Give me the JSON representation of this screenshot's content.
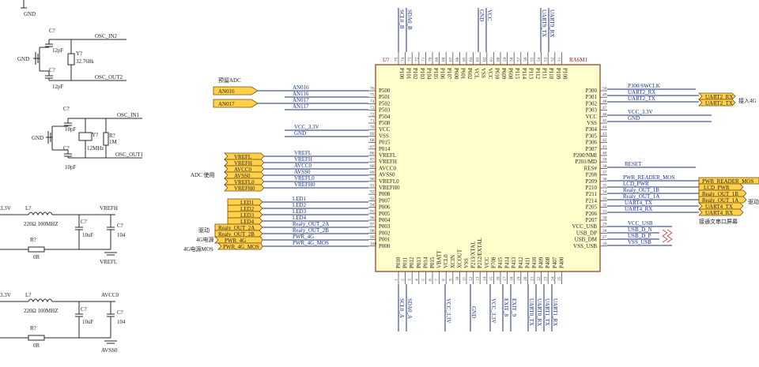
{
  "mcu": {
    "ref": "U?",
    "part": "RA6M1",
    "left_pins": [
      {
        "num": "76",
        "name": "P500"
      },
      {
        "num": "75",
        "name": "P501"
      },
      {
        "num": "74",
        "name": "P502"
      },
      {
        "num": "73",
        "name": "P503"
      },
      {
        "num": "72",
        "name": "P504"
      },
      {
        "num": "71",
        "name": "P508"
      },
      {
        "num": "70",
        "name": "VCC"
      },
      {
        "num": "69",
        "name": "VSS"
      },
      {
        "num": "68",
        "name": "P015"
      },
      {
        "num": "67",
        "name": "P014"
      },
      {
        "num": "86",
        "name": "VREFL"
      },
      {
        "num": "87",
        "name": "VREFH"
      },
      {
        "num": "88",
        "name": "AVCC0"
      },
      {
        "num": "89",
        "name": "AVSS0"
      },
      {
        "num": "90",
        "name": "VREFL0"
      },
      {
        "num": "91",
        "name": "VREFH0"
      },
      {
        "num": "92",
        "name": "P008"
      },
      {
        "num": "93",
        "name": "P007"
      },
      {
        "num": "94",
        "name": "P006"
      },
      {
        "num": "95",
        "name": "P005"
      },
      {
        "num": "96",
        "name": "P004"
      },
      {
        "num": "97",
        "name": "P003"
      },
      {
        "num": "98",
        "name": "P002"
      },
      {
        "num": "99",
        "name": "P001"
      },
      {
        "num": "100",
        "name": "P000"
      }
    ],
    "right_pins": [
      {
        "num": "50",
        "name": "P300"
      },
      {
        "num": "49",
        "name": "P301"
      },
      {
        "num": "48",
        "name": "P302"
      },
      {
        "num": "47",
        "name": "P303"
      },
      {
        "num": "46",
        "name": "VCC"
      },
      {
        "num": "45",
        "name": "VSS"
      },
      {
        "num": "44",
        "name": "P304"
      },
      {
        "num": "43",
        "name": "P305"
      },
      {
        "num": "42",
        "name": "P306"
      },
      {
        "num": "41",
        "name": "P307"
      },
      {
        "num": "40",
        "name": "P200/NMI"
      },
      {
        "num": "39",
        "name": "P201/MD"
      },
      {
        "num": "38",
        "name": "RES#"
      },
      {
        "num": "37",
        "name": "P208"
      },
      {
        "num": "36",
        "name": "P209"
      },
      {
        "num": "35",
        "name": "P210"
      },
      {
        "num": "34",
        "name": "P211"
      },
      {
        "num": "33",
        "name": "P214"
      },
      {
        "num": "32",
        "name": "P205"
      },
      {
        "num": "31",
        "name": "P206"
      },
      {
        "num": "30",
        "name": "P207"
      },
      {
        "num": "29",
        "name": "VCC_USB"
      },
      {
        "num": "28",
        "name": "USB_DP"
      },
      {
        "num": "27",
        "name": "USB_DM"
      },
      {
        "num": "26",
        "name": "VSS_USB"
      }
    ],
    "top_pins": [
      "P100",
      "P101",
      "P102",
      "P103",
      "P104",
      "P105",
      "P106",
      "P107",
      "P600",
      "P601",
      "P602",
      "VCL",
      "VSS",
      "VCC",
      "P610",
      "P609",
      "P608",
      "P115",
      "P114",
      "P113",
      "P112",
      "P111",
      "P110",
      "P109",
      "P108"
    ],
    "top_nums": [
      "75",
      "74",
      "73",
      "72",
      "71",
      "70",
      "69",
      "68",
      "67",
      "66",
      "65",
      "64",
      "63",
      "62",
      "61",
      "60",
      "59",
      "58",
      "57",
      "56",
      "55",
      "54",
      "53",
      "52",
      "51"
    ],
    "bottom_pins": [
      "P010",
      "P011",
      "P012",
      "P013",
      "P014",
      "P015",
      "VBATT",
      "VCL0",
      "XCIN",
      "XCOUT",
      "VSS",
      "P213/XTAL",
      "P212/EXTAL",
      "VCC",
      "P708",
      "P415",
      "P414",
      "P413",
      "P412",
      "P411",
      "P410",
      "P409",
      "P408",
      "P407",
      "P400"
    ],
    "bottom_nums": [
      "1",
      "2",
      "3",
      "4",
      "5",
      "6",
      "7",
      "8",
      "9",
      "10",
      "11",
      "12",
      "13",
      "14",
      "15",
      "16",
      "17",
      "18",
      "19",
      "20",
      "21",
      "22",
      "23",
      "24",
      "25"
    ]
  },
  "nets_left": {
    "an016": "AN016",
    "an116": "AN116",
    "an017": "AN017",
    "an117": "AN117",
    "vcc": "VCC_3.3V",
    "gnd": "GND",
    "vrefl": "VREFL",
    "vrefh": "VREFH",
    "avcc0": "AVCC0",
    "avss0": "AVSS0",
    "vrefl0": "VREFL0",
    "vrefh0": "VREFH0",
    "led1": "LED1",
    "led2": "LED2",
    "led3": "LED3",
    "led4": "LED4",
    "relay2a": "Realy_OUT_2A",
    "relay2b": "Realy_OUT_2B",
    "pwr4g": "PWR_4G",
    "pwr4gmos": "PWR_4G_MOS"
  },
  "nets_right": {
    "p300": "P300/SWCLK",
    "uart2rx": "UART2_RX",
    "uart2tx": "UART2_TX",
    "vcc": "VCC_3.3V",
    "gnd": "GND",
    "reset": "RESET",
    "pwrreader": "PWR_READER_MOS",
    "lcdpwr": "LCD_PWR",
    "relay1b": "Realy_OUT_1B",
    "relay1a": "Realy_OUT_1A",
    "uart4tx": "UART4_TX",
    "uart4rx": "UART4_RX",
    "vccusb": "VCC_USB",
    "usbdn": "USB_D_N",
    "usbdp": "USB_D_P",
    "vssusb": "VSS_USB"
  },
  "flags_left": {
    "an016": "AN016",
    "an017": "AN017",
    "vrefl": "VREFL",
    "vrefh": "VREFH",
    "avcc0": "AVCC0",
    "avss0": "AVSS0",
    "vrefl0": "VREFL0",
    "vrefh0": "VREFH0",
    "led1": "LED1",
    "led2": "LED2",
    "led3": "LED3",
    "led4": "LED4",
    "relay2a": "Realy_OUT_2A",
    "relay2b": "Realy_OUT_2B",
    "pwr4g": "PWR_4G",
    "pwr4gmos": "PWR_4G_MOS"
  },
  "flags_right": {
    "uart2rx": "UART2_RX",
    "uart2tx": "UART2_TX",
    "pwrreader": "PWR_READER_MOS",
    "lcdpwr": "LCD_PWR",
    "relay1b": "Realy_OUT_1B",
    "relay1a": "Realy_OUT_1A",
    "uart4tx": "UART4_TX",
    "uart4rx": "UART4_RX"
  },
  "top_nets": [
    "SCL0_B",
    "SDA0_B",
    "GND",
    "VCC",
    "UART9_TX",
    "UART9_RX"
  ],
  "bottom_nets": [
    "SCL0_A",
    "SDA0_A",
    "VCC_3.3V",
    "GND",
    "VCC_3.3V",
    "EXIT_8",
    "EXIT_9",
    "UART0_TX",
    "UART0_RX",
    "UART1_TX",
    "UART1_RX"
  ],
  "notes": {
    "reserved_adc": "预留ADC",
    "adc_use": "ADC 使用",
    "drive": "驱动",
    "power4g": "4G电源",
    "power4gmos": "4G电源MOS",
    "connect4g": "接入4G",
    "connect_screen": "接通文串口屏幕",
    "drive_right": "驱动"
  },
  "crystal32k": {
    "gnd": "GND",
    "c1": "C?",
    "c1v": "12pF",
    "c2": "C?",
    "c2v": "12pF",
    "y": "Y?",
    "yv": "32.768k",
    "osc_in": "OSC_IN2",
    "osc_out": "OSC_OUT2"
  },
  "crystal12m": {
    "gnd": "GND",
    "c1": "C?",
    "c1v": "10pF",
    "c2": "C?",
    "c2v": "10pF",
    "y": "Y?",
    "yv": "12MHz",
    "r": "R?",
    "rv": "1M",
    "osc_in": "OSC_IN1",
    "osc_out": "OSC_OUT1"
  },
  "vref_filter": {
    "vin": "3.3V",
    "l": "L?",
    "lv": "220Ω 100MHZ",
    "c1": "C?",
    "c1v": "10uF",
    "c2": "C?",
    "c2v": "104",
    "r": "R?",
    "rv": "0R",
    "vrefh": "VREFH",
    "vrefl": "VREFL"
  },
  "avcc_filter": {
    "vin": "3.3V",
    "l": "L?",
    "lv": "220Ω 100MHZ",
    "c1": "C?",
    "c1v": "10uF",
    "c2": "C?",
    "c2v": "104",
    "r": "R?",
    "rv": "0R",
    "avcc0": "AVCC0",
    "avss0": "AVSS0"
  },
  "gnd_top": "GND"
}
